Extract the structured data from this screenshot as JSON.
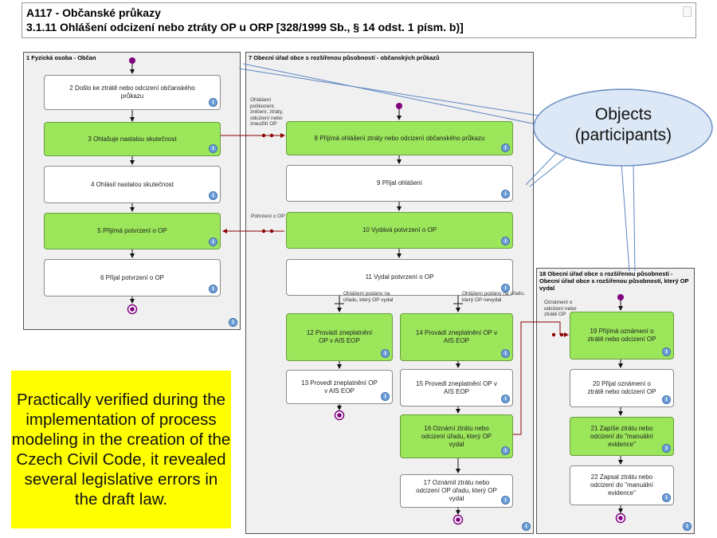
{
  "header": {
    "title": "A117 - Občanské průkazy",
    "subtitle": "3.1.11 Ohlášení odcizení nebo ztráty OP u ORP [328/1999 Sb., § 14 odst. 1 písm. b)]"
  },
  "lanes": {
    "lane1": "1 Fyzická osoba - Občan",
    "lane7": "7 Obecní úřad obce s rozšířenou působností - občanských průkazů",
    "lane18": "18 Obecní úřad obce s rozšířenou působností - Obecní úřad obce s rozšířenou působností, který OP vydal"
  },
  "steps": {
    "s2": "2 Došlo ke ztrátě nebo odcizení občanského průkazu",
    "s3": "3 Ohlašuje nastalou skutečnost",
    "s4": "4 Ohlásil nastalou skutečnost",
    "s5": "5 Přijímá potvrzení o OP",
    "s6": "6 Přijal potvrzení o OP",
    "s8": "8 Přijímá ohlášení ztráty nebo odcizení občanského průkazu",
    "s9": "9 Přijal ohlášení",
    "s10": "10 Vydává potvrzení o OP",
    "s11": "11 Vydal potvrzení o OP",
    "s12": "12 Provádí zneplatnění OP v AIS EOP",
    "s13": "13 Provedl zneplatnění OP v AIS EOP",
    "s14": "14 Provádí zneplatnění OP v AIS EOP",
    "s15": "15 Provedl zneplatnění OP v AIS EOP",
    "s16": "16 Oznámí ztrátu nebo odcizení úřadu, který OP vydal",
    "s17": "17 Oznámil ztrátu nebo odcizení OP úřadu, který OP vydal",
    "s19": "19 Přijímá oznámení o ztrátě nebo odcizení OP",
    "s20": "20 Přijal oznámení o ztrátě nebo odcizení OP",
    "s21": "21 Zapíše ztrátu nebo odcizení do \"manuální evidence\"",
    "s22": "22 Zapsal ztrátu nebo odcizení do \"manuální evidence\""
  },
  "labels": {
    "msg1": "Ohlášení poškození, zničení, ztráty, odcizení nebo zneužití OP",
    "msg2": "Pohrzení o OP",
    "branch1": "Ohlášení podáno na úřadu, který OP vydal",
    "branch2": "Ohlášení podáno na úřadu, který OP nevydal",
    "msg3": "Oznámení o odcizení nebo ztrátě OP"
  },
  "info_glyph": "i",
  "callout": "Objects (participants)",
  "note": "Practically verified during the implementation of process modeling in the creation of the Czech Civil Code, it revealed several legislative errors in the draft law.",
  "colors": {
    "task_green": "#9be65a",
    "task_white": "#ffffff",
    "lane_bg": "#f0f0f0",
    "message_flow": "#8b0000",
    "event": "#800080",
    "note_bg": "#ffff00",
    "callout_fill": "#dde8f6"
  }
}
